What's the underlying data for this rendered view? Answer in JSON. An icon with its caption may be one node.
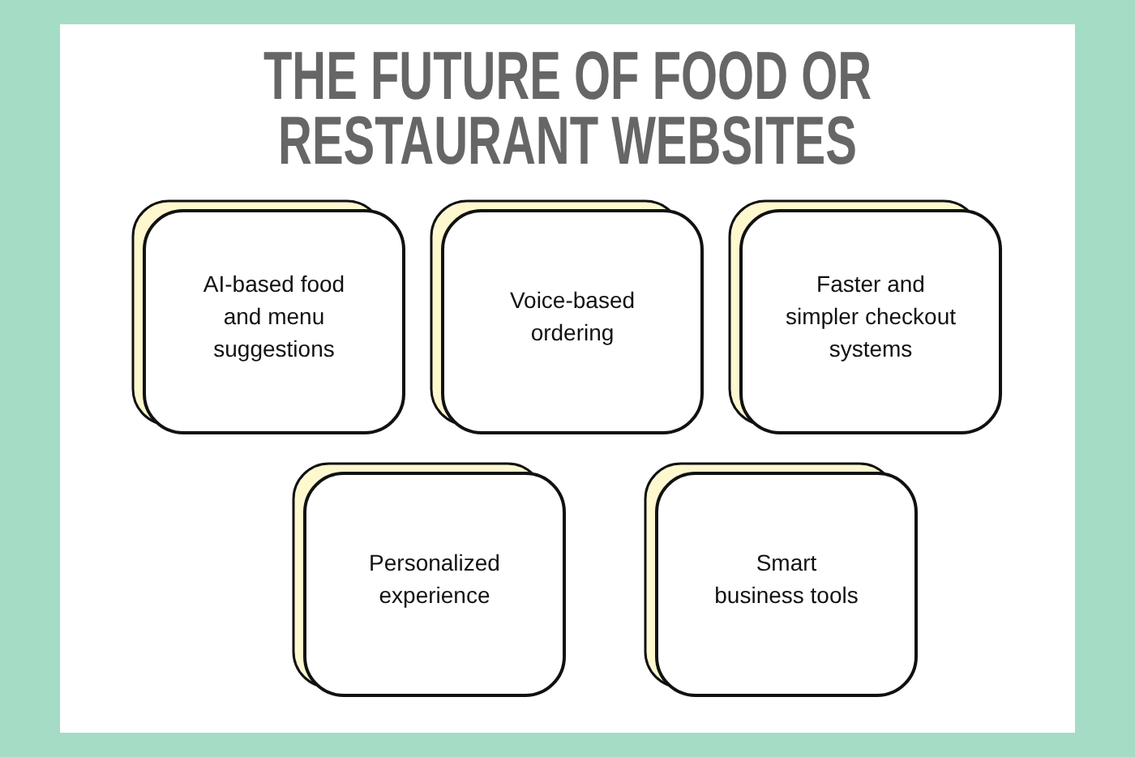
{
  "diagram": {
    "title": "THE FUTURE OF FOOD OR RESTAURANT WEBSITES",
    "nodes": [
      {
        "text": [
          "AI-based food and menu suggestions"
        ]
      },
      {
        "text": [
          "Voice-based ordering"
        ]
      },
      {
        "text": [
          "Faster and simpler checkout systems"
        ]
      },
      {
        "text": [
          "Personalized experience"
        ]
      },
      {
        "text": [
          "Smart business tools"
        ]
      }
    ]
  }
}
